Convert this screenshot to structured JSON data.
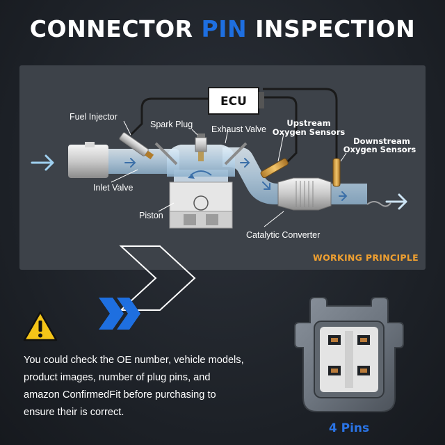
{
  "title": {
    "part1": "CONNECTOR ",
    "highlight": "PIN",
    "part2": " INSPECTION"
  },
  "diagram": {
    "labels": {
      "ecu": "ECU",
      "fuel_injector": "Fuel Injector",
      "spark_plug": "Spark Plug",
      "exhaust_valve": "Exhaust Valve",
      "upstream_line1": "Upstream",
      "upstream_line2": "Oxygen Sensors",
      "downstream_line1": "Downstream",
      "downstream_line2": "Oxygen Sensors",
      "inlet_valve": "Inlet Valve",
      "piston": "Piston",
      "catalytic_converter": "Catalytic Converter"
    },
    "caption": "WORKING PRINCIPLE"
  },
  "note": "You could check the OE number, vehicle models, product images, number of plug pins, and amazon ConfirmedFit before purchasing to ensure their is correct.",
  "connector": {
    "pins_label": "4 Pins"
  },
  "colors": {
    "accent_blue": "#1e6fe0",
    "caption_orange": "#f0a030",
    "warning_yellow": "#f5c518",
    "panel": "#3d4249"
  },
  "icons": [
    "arrow-right-icon",
    "chevron-outline-icon",
    "double-chevron-icon",
    "warning-icon"
  ]
}
